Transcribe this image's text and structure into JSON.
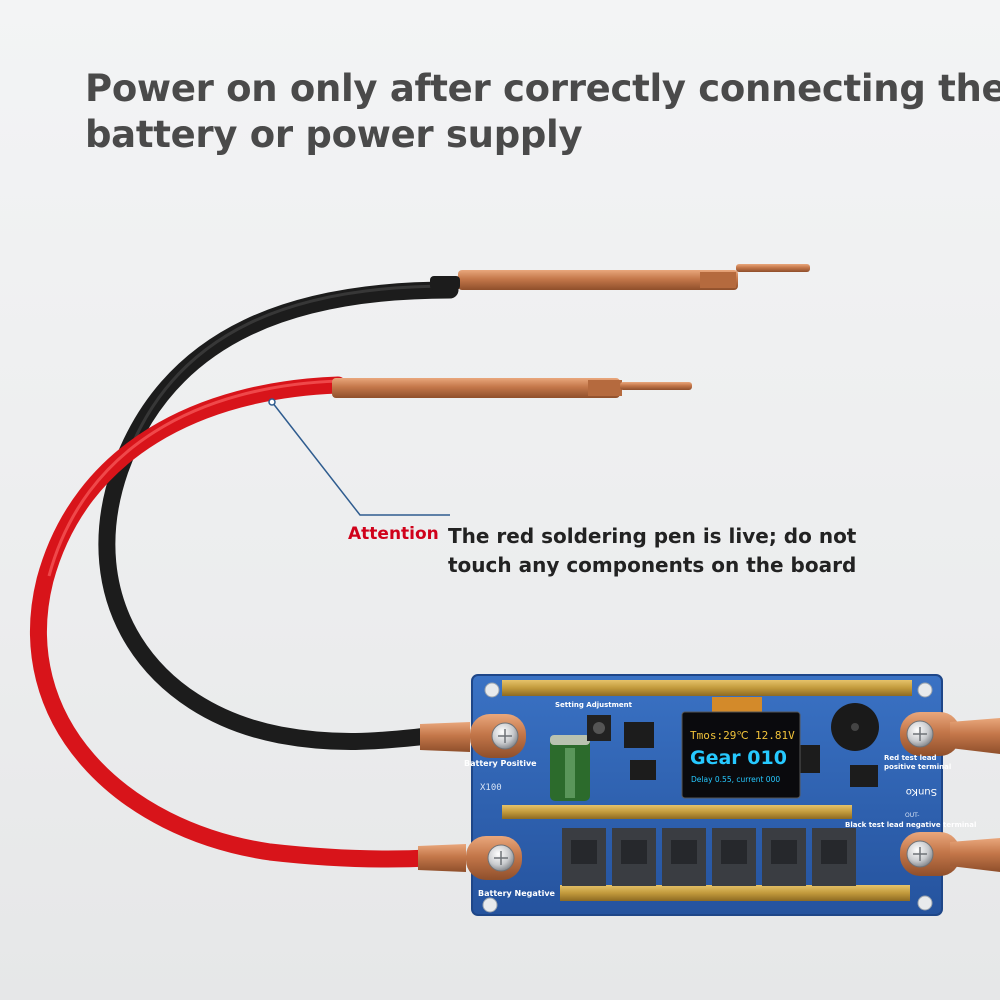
{
  "headline": {
    "line1": "Power on only after correctly connecting the",
    "line2": "battery or power supply"
  },
  "attention": {
    "label": "Attention",
    "line1": "The red soldering pen is live; do not",
    "line2": "touch any components on the board"
  },
  "board": {
    "setting_adjustment": "Setting Adjustment",
    "battery_positive": "Battery Positive",
    "battery_negative": "Battery Negative",
    "red_test_lead_1": "Red test lead",
    "red_test_lead_2": "positive terminal",
    "black_test_lead": "Black test lead negative terminal",
    "model_mark": "X100",
    "brand": "SunKo",
    "out_minus": "OUT-"
  },
  "display": {
    "tmos": "Tmos:29℃",
    "voltage": "12.81V",
    "gear": "Gear 010",
    "status": "Delay 0.55, current 000"
  },
  "colors": {
    "board_blue": "#2f63b3",
    "wire_red": "#d8141a",
    "wire_black": "#1c1c1c",
    "copper": "#c97a4a",
    "attention_red": "#d0021b"
  }
}
